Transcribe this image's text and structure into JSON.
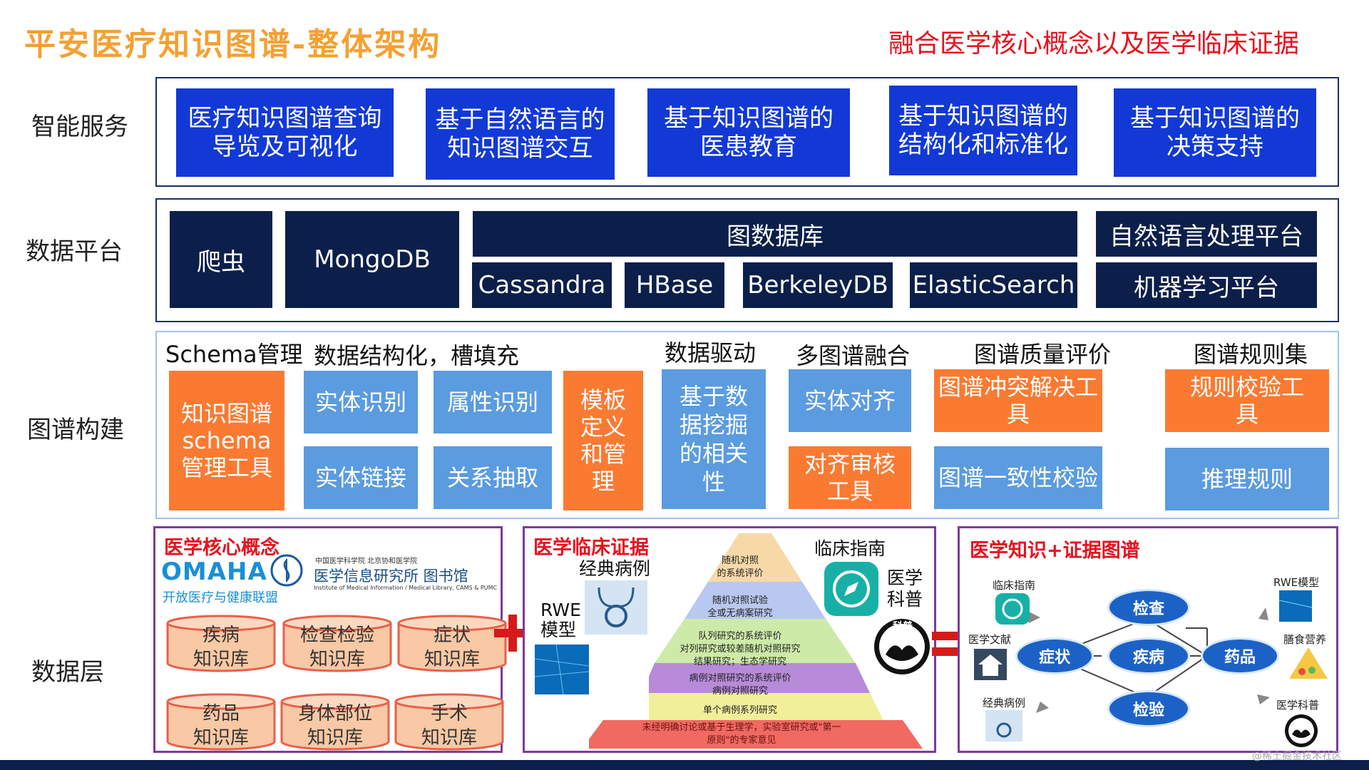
{
  "title": "平安医疗知识图谱-整体架构",
  "subtitle": "融合医学核心概念以及医学临床证据",
  "rows": {
    "service": "智能服务",
    "platform": "数据平台",
    "build": "图谱构建",
    "data": "数据层"
  },
  "service": {
    "b1": "医疗知识图谱查询\n导览及可视化",
    "b2": "基于自然语言的\n知识图谱交互",
    "b3": "基于知识图谱的\n医患教育",
    "b4": "基于知识图谱的\n结构化和标准化",
    "b5": "基于知识图谱的\n决策支持"
  },
  "platform": {
    "crawler": "爬虫",
    "mongo": "MongoDB",
    "graphdb": "图数据库",
    "cassandra": "Cassandra",
    "hbase": "HBase",
    "berkeley": "BerkeleyDB",
    "elastic": "ElasticSearch",
    "nlp": "自然语言处理平台",
    "ml": "机器学习平台"
  },
  "build": {
    "h_schema": "Schema管理",
    "h_struct": "数据结构化，槽填充",
    "h_drive": "数据驱动",
    "h_fuse": "多图谱融合",
    "h_quality": "图谱质量评价",
    "h_rules": "图谱规则集",
    "schema_tool": "知识图谱\nschema\n管理工具",
    "entity_rec": "实体识别",
    "attr_rec": "属性识别",
    "entity_link": "实体链接",
    "rel_ext": "关系抽取",
    "template": "模板\n定义\n和管\n理",
    "mining": "基于数\n据挖掘\n的相关\n性",
    "align": "实体对齐",
    "align_tool": "对齐审核\n工具",
    "conflict": "图谱冲突解决工具",
    "consistency": "图谱一致性校验",
    "rule_check": "规则校验工\n具",
    "reasoning": "推理规则"
  },
  "data": {
    "p1_title": "医学核心概念",
    "omaha": "OMAHA",
    "omaha_sub": "开放医疗与健康联盟",
    "inst_top": "中国医学科学院 北京协和医学院",
    "inst_name": "医学信息研究所 图书馆",
    "inst_en": "Institute of Medical Information / Medical Library, CAMS & PUMC",
    "kb": [
      "疾病\n知识库",
      "检查检验\n知识库",
      "症状\n知识库",
      "药品\n知识库",
      "身体部位\n知识库",
      "手术\n知识库"
    ],
    "p2_title": "医学临床证据",
    "cases": "经典病例",
    "rwe": "RWE\n模型",
    "guide": "临床指南",
    "popsci": "医学\n科普",
    "kepu": "科普",
    "pyramid": [
      "随机对照\n的系统评价",
      "随机对照试验\n全或无病案研究",
      "队列研究的系统评价\n对列研究或较差随机对照研究\n结果研究；生态学研究",
      "病例对照研究的系统评价\n病例对照研究",
      "单个病例系列研究",
      "未经明确讨论或基于生理学，实验室研究或\"第一\n原则\"的专家意见"
    ],
    "p3_title": "医学知识+证据图谱",
    "n_check": "检查",
    "n_symptom": "症状",
    "n_disease": "疾病",
    "n_drug": "药品",
    "n_test": "检验",
    "l_guide": "临床指南",
    "l_lit": "医学文献",
    "l_case": "经典病例",
    "l_rwe": "RWE模型",
    "l_diet": "膳食营养",
    "l_pop": "医学科普"
  },
  "watermark": "@稀土掘金技术社区",
  "colors": {
    "title": "#f5a032",
    "red": "#e8111f",
    "blue": "#1239d6",
    "navy": "#0b1f4a",
    "lightblue": "#5b9be0",
    "orange": "#fa7a32",
    "purple": "#7d3a9a"
  }
}
